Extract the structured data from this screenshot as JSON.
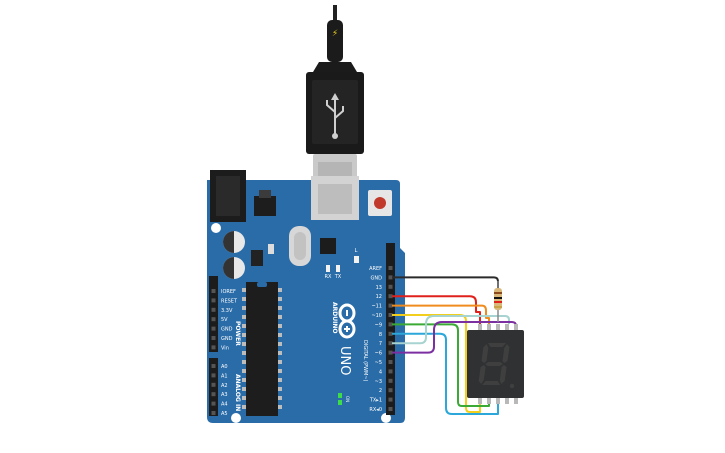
{
  "board": {
    "brand": "ARDUINO",
    "model": "UNO",
    "on_label": "ON",
    "tx_label": "TX",
    "rx_label": "RX",
    "l_label": "L",
    "power_header_title": "POWER",
    "analog_header_title": "ANALOG IN",
    "digital_header_title": "DIGITAL (PWM~)",
    "power_pins": [
      "IOREF",
      "RESET",
      "3.3V",
      "5V",
      "GND",
      "GND",
      "Vin"
    ],
    "analog_pins": [
      "A0",
      "A1",
      "A2",
      "A3",
      "A4",
      "A5"
    ],
    "digital_pins": [
      "AREF",
      "GND",
      "13",
      "12",
      "~11",
      "~10",
      "~9",
      "8",
      "7",
      "~6",
      "~5",
      "4",
      "~3",
      "2",
      "TX▸1",
      "RX◂0"
    ],
    "plug_symbol": "⚡"
  },
  "wires": [
    {
      "name": "gnd-to-resistor",
      "color": "#2b2b2b"
    },
    {
      "name": "pin12",
      "color": "#e0201b"
    },
    {
      "name": "pin11",
      "color": "#f08c1e"
    },
    {
      "name": "pin10",
      "color": "#f2cf1d"
    },
    {
      "name": "pin9",
      "color": "#3aaa35"
    },
    {
      "name": "pin8",
      "color": "#2ba7d9"
    },
    {
      "name": "pin7",
      "color": "#a7d3d0"
    },
    {
      "name": "pin6",
      "color": "#7b2fa0"
    }
  ],
  "display": {
    "digit": "8",
    "segment_color": "#3f3f3f",
    "body_color": "#2f3133"
  }
}
